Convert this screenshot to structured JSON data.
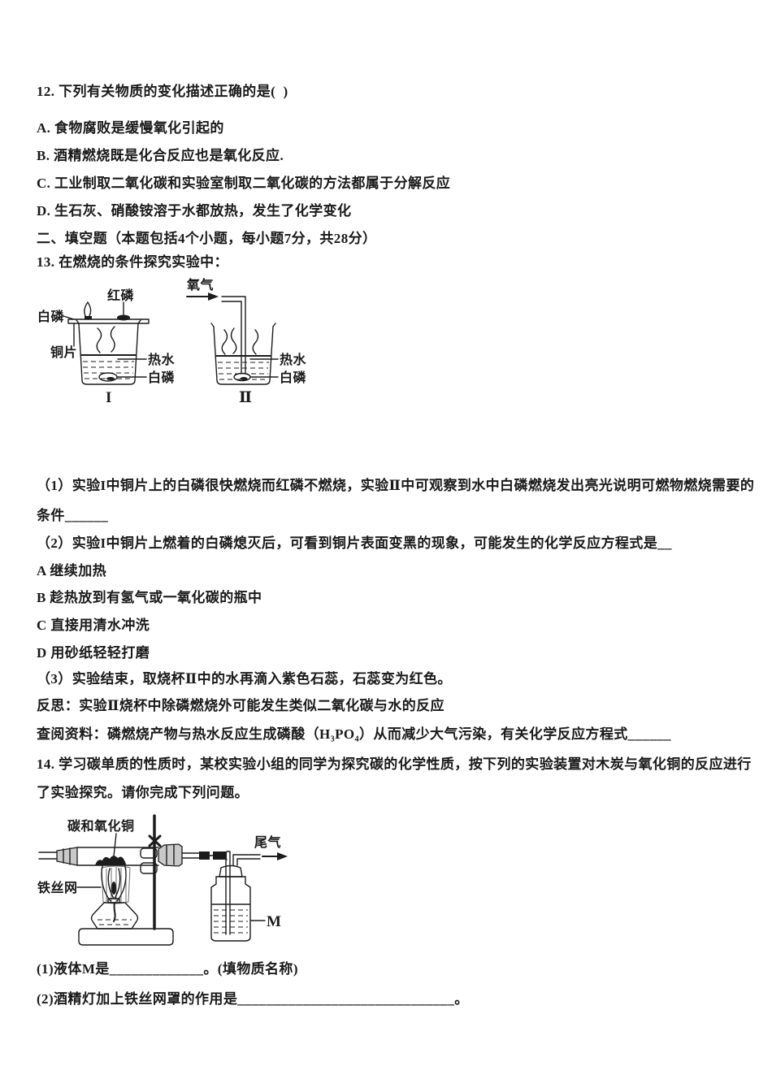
{
  "colors": {
    "ink": "#1a1a1a",
    "paper": "#ffffff"
  },
  "q12": {
    "stem": "12. 下列有关物质的变化描述正确的是(  )",
    "options": [
      "A. 食物腐败是缓慢氧化引起的",
      "B. 酒精燃烧既是化合反应也是氧化反应.",
      "C. 工业制取二氧化碳和实验室制取二氧化碳的方法都属于分解反应",
      "D. 生石灰、硝酸铵溶于水都放热，发生了化学变化"
    ]
  },
  "section_header": "二、填空题（本题包括4个小题，每小题7分，共28分）",
  "q13": {
    "stem": "13. 在燃烧的条件探究实验中：",
    "figure": {
      "white_phosphorus_plate": "白磷",
      "red_phosphorus": "红磷",
      "copper_sheet": "铜片",
      "hot_water_1": "热水",
      "white_phosphorus_water_1": "白磷",
      "beaker_1_label": "I",
      "oxygen": "氧气",
      "hot_water_2": "热水",
      "white_phosphorus_water_2": "白磷",
      "beaker_2_label": "Ⅱ"
    },
    "part1_line1": "（1）实验I中铜片上的白磷很快燃烧而红磷不燃烧，实验Ⅱ中可观察到水中白磷燃烧发出亮光说明可燃物燃烧需要的",
    "part1_line2": "条件______",
    "part2": "（2）实验I中铜片上燃着的白磷熄灭后，可看到铜片表面变黑的现象，可能发生的化学反应方程式是__",
    "choices": [
      "A 继续加热",
      "B 趁热放到有氢气或一氧化碳的瓶中",
      "C 直接用清水冲洗",
      "D 用砂纸轻轻打磨"
    ],
    "part3": "（3）实验结束，取烧杯Ⅱ中的水再滴入紫色石蕊，石蕊变为红色。",
    "reflection": "反思：实验Ⅱ烧杯中除磷燃烧外可能发生类似二氧化碳与水的反应",
    "reference": "查阅资料：磷燃烧产物与热水反应生成磷酸（H₃PO₄）从而减少大气污染，有关化学反应方程式______"
  },
  "q14": {
    "stem_line1": "14. 学习碳单质的性质时，某校实验小组的同学为探究碳的化学性质，按下列的实验装置对木炭与氧化铜的反应进行",
    "stem_line2": "了实验探究。请你完成下列问题。",
    "figure": {
      "carbon_and_copper_oxide": "碳和氧化铜",
      "iron_wire_mesh": "铁丝网",
      "tail_gas": "尾气",
      "liquid_m": "M"
    },
    "part1": "(1)液体M是_____________。(填物质名称)",
    "part2": "(2)酒精灯加上铁丝网罩的作用是______________________________。"
  }
}
